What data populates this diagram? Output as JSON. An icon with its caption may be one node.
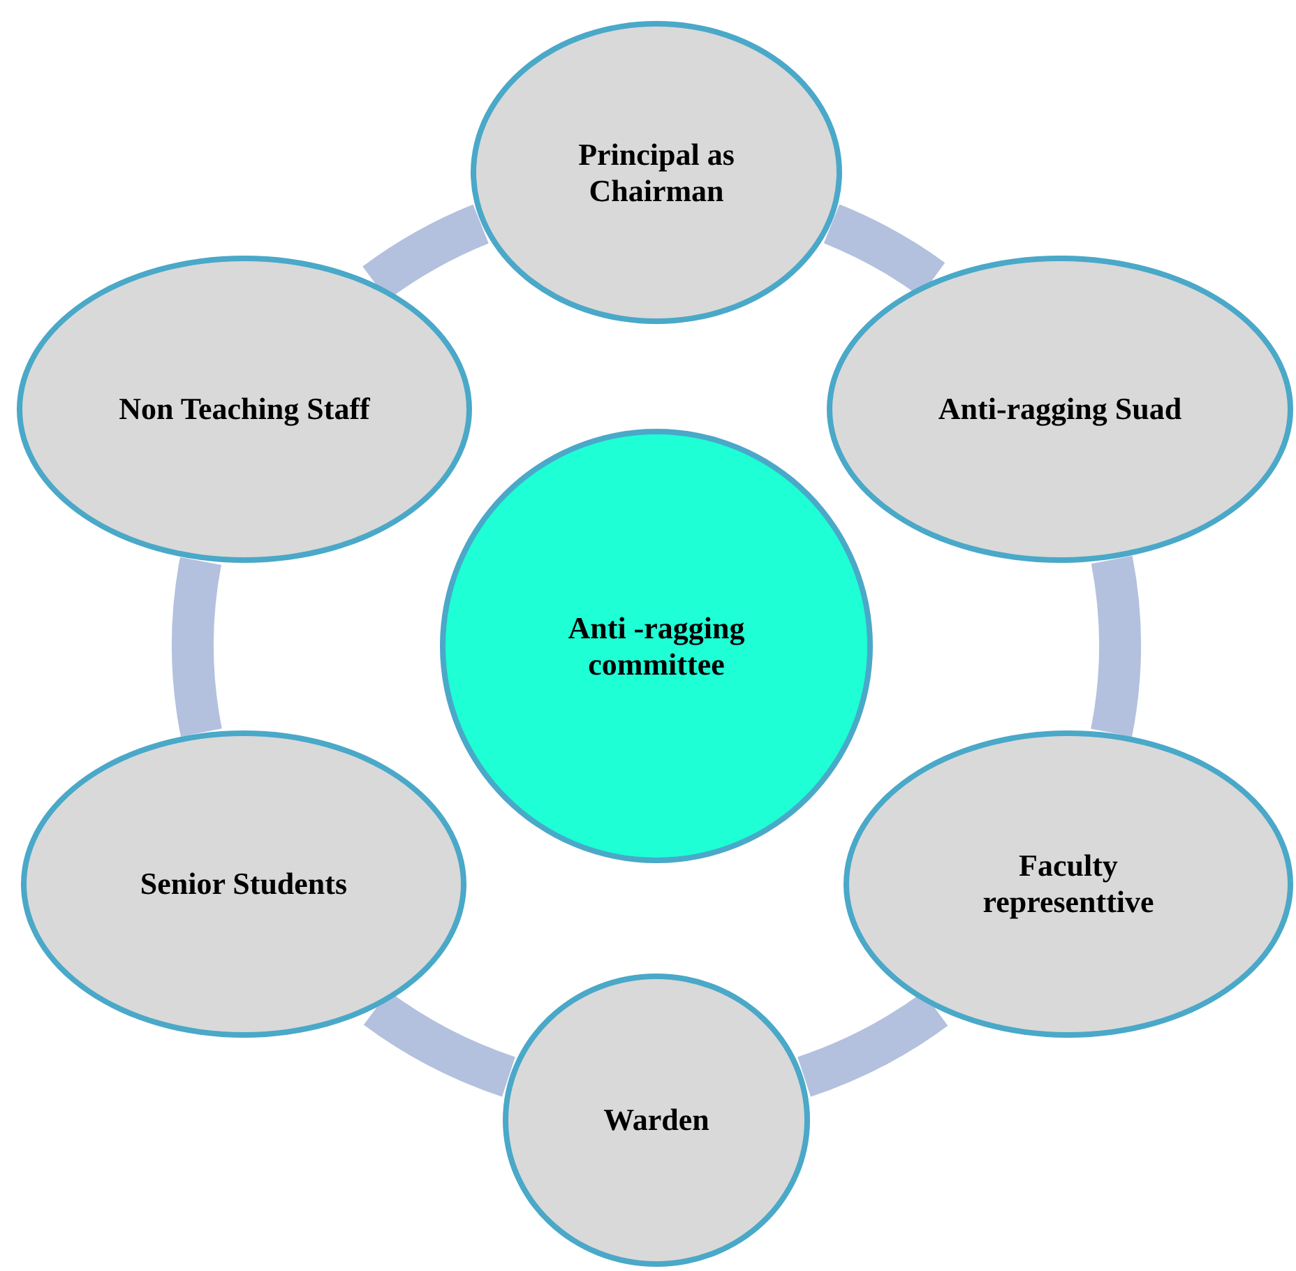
{
  "diagram": {
    "nodes": [
      {
        "text": [
          "Principal as Chairman"
        ]
      },
      {
        "text": [
          "Anti-ragging Suad"
        ]
      },
      {
        "text": [
          "Faculty representtive"
        ]
      },
      {
        "text": [
          "Warden"
        ]
      },
      {
        "text": [
          "Senior Students"
        ]
      },
      {
        "text": [
          "Non Teaching Staff"
        ]
      },
      {
        "text": [
          "Anti -ragging committee"
        ]
      }
    ],
    "edges": [
      {
        "from": 0,
        "to": 1,
        "arrow": "none"
      },
      {
        "from": 1,
        "to": 2,
        "arrow": "none"
      },
      {
        "from": 2,
        "to": 3,
        "arrow": "none"
      },
      {
        "from": 3,
        "to": 4,
        "arrow": "none"
      },
      {
        "from": 4,
        "to": 5,
        "arrow": "none"
      },
      {
        "from": 5,
        "to": 0,
        "arrow": "none"
      }
    ]
  }
}
